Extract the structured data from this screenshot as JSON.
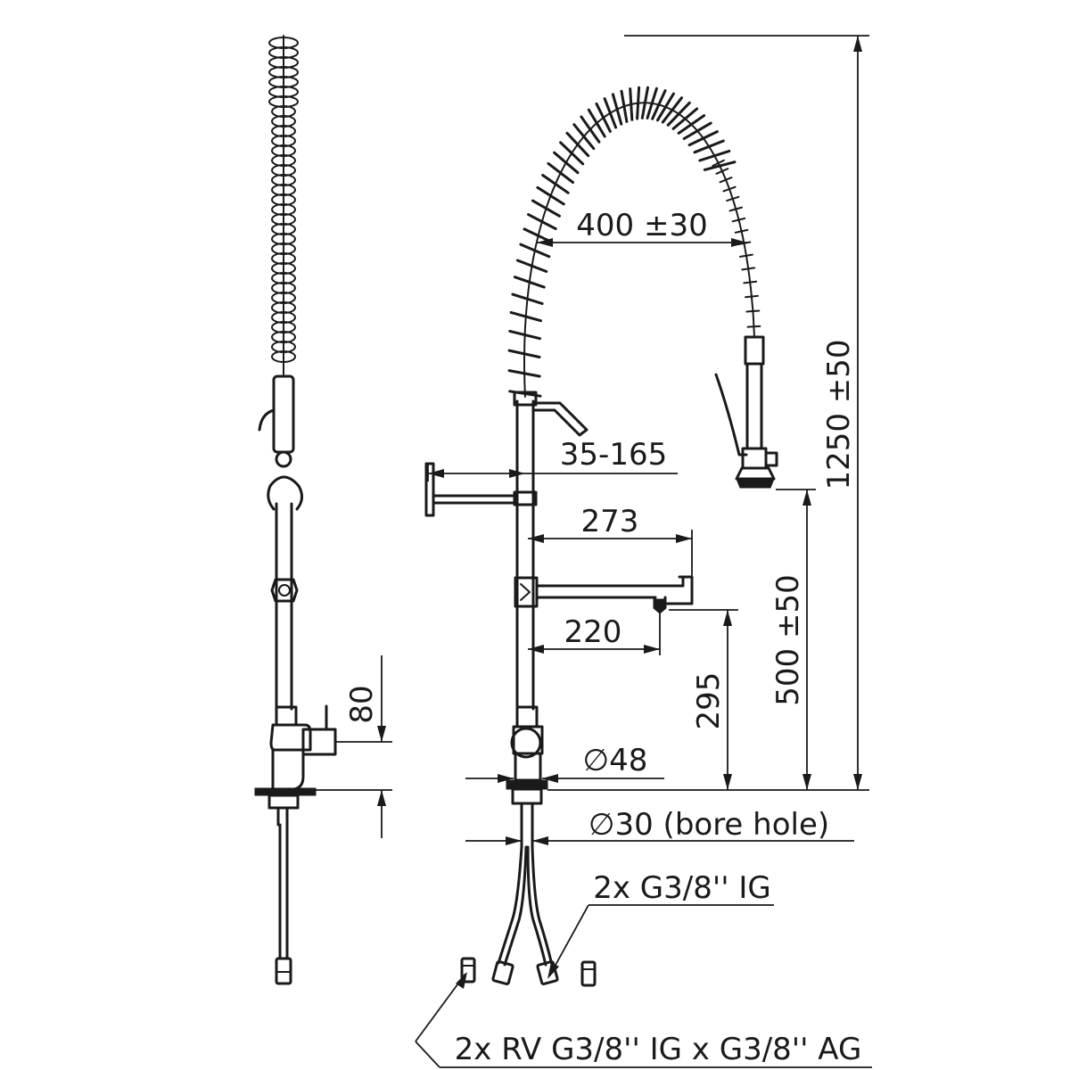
{
  "dimensions": {
    "arc_width": "400 ±30",
    "total_height": "1250 ±50",
    "arm_adjust": "35-165",
    "spout_reach": "273",
    "outlet_reach": "220",
    "outlet_height": "295",
    "spray_height": "500 ±50",
    "side_80": "80",
    "body_dia": "∅48",
    "bore_hole": "∅30 (bore hole)",
    "connection": "2x G3/8'' IG",
    "valves": "2x RV G3/8'' IG x G3/8'' AG"
  }
}
